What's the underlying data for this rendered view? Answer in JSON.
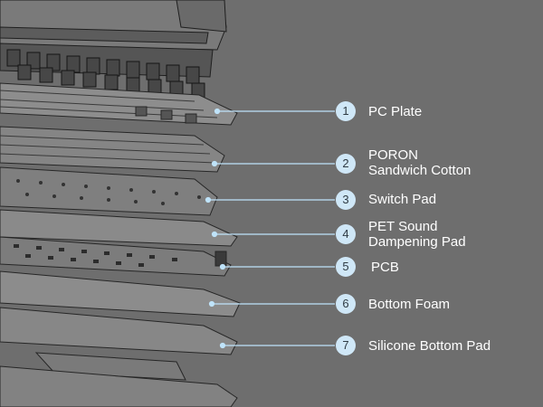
{
  "colors": {
    "background": "#6e6e6e",
    "accent_line": "#bfe3fa",
    "badge_fill": "#cfe7f7",
    "badge_text": "#2f3b44",
    "label_text": "#ffffff",
    "part_outline": "#222222",
    "part_fill": "#8a8a8a"
  },
  "callouts": [
    {
      "number": "1",
      "lines": [
        "PC Plate"
      ]
    },
    {
      "number": "2",
      "lines": [
        "PORON",
        "Sandwich Cotton"
      ]
    },
    {
      "number": "3",
      "lines": [
        "Switch Pad"
      ]
    },
    {
      "number": "4",
      "lines": [
        "PET Sound",
        "Dampening Pad"
      ]
    },
    {
      "number": "5",
      "lines": [
        "PCB"
      ]
    },
    {
      "number": "6",
      "lines": [
        "Bottom Foam"
      ]
    },
    {
      "number": "7",
      "lines": [
        "Silicone Bottom Pad"
      ]
    }
  ]
}
